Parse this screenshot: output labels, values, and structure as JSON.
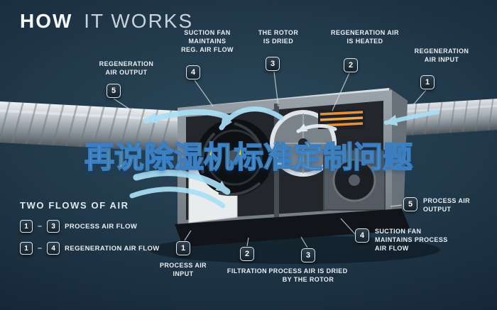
{
  "title": {
    "part1": "HOW",
    "part2": "IT WORKS"
  },
  "watermark": "再说除湿机标准定制问题",
  "callouts": [
    {
      "badge": "5",
      "text": "REGENERATION\nAIR OUTPUT"
    },
    {
      "badge": "4",
      "text": "SUCTION FAN\nMAINTAINS\nREG. AIR FLOW"
    },
    {
      "badge": "3",
      "text": "THE ROTOR\nIS DRIED"
    },
    {
      "badge": "2",
      "text": "REGENERATION AIR\nIS HEATED"
    },
    {
      "badge": "1",
      "text": "REGENERATION\nAIR INPUT"
    },
    {
      "badge": "5",
      "text": "PROCESS AIR\nOUTPUT"
    },
    {
      "badge": "4",
      "text": "SUCTION FAN\nMAINTAINS PROCESS\nAIR FLOW"
    },
    {
      "badge": "3",
      "text": "PROCESS AIR IS DRIED\nBY THE ROTOR"
    },
    {
      "badge": "2",
      "text": "FILTRATION"
    },
    {
      "badge": "1",
      "text": "PROCESS AIR\nINPUT"
    }
  ],
  "legend": {
    "heading": "TWO FLOWS OF AIR",
    "rows": [
      {
        "from": "1",
        "sep": "–",
        "to": "3",
        "label": "PROCESS AIR FLOW"
      },
      {
        "from": "1",
        "sep": "–",
        "to": "4",
        "label": "REGENERATION AIR FLOW"
      }
    ]
  },
  "colors": {
    "background": "#1d3343",
    "arrow_blue": "#aadff5",
    "watermark_yellow": "#ffd400",
    "watermark_outline": "#3a7fc1",
    "label_text": "#e9eff3",
    "heater_orange": "#e8913a"
  }
}
